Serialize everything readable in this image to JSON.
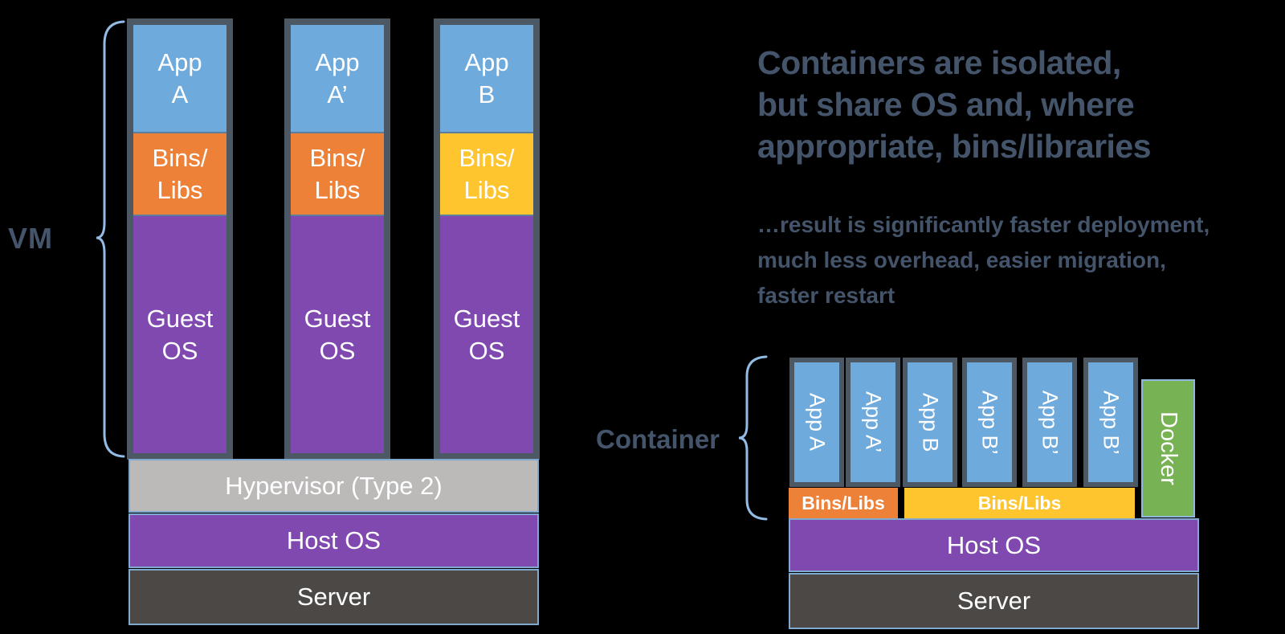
{
  "vm": {
    "label": "VM",
    "columns": [
      {
        "app": [
          "App",
          "A"
        ],
        "bins": [
          "Bins/",
          "Libs"
        ],
        "os": [
          "Guest",
          "OS"
        ]
      },
      {
        "app": [
          "App",
          "A’"
        ],
        "bins": [
          "Bins/",
          "Libs"
        ],
        "os": [
          "Guest",
          "OS"
        ]
      },
      {
        "app": [
          "App",
          "B"
        ],
        "bins": [
          "Bins/",
          "Libs"
        ],
        "os": [
          "Guest",
          "OS"
        ]
      }
    ],
    "hypervisor": "Hypervisor (Type 2)",
    "host_os": "Host OS",
    "server": "Server"
  },
  "right_text": {
    "heading_lines": [
      "Containers are isolated,",
      "but share OS and, where",
      "appropriate, bins/libraries"
    ],
    "body_lines": [
      "…result is significantly faster deployment,",
      "much less overhead, easier migration,",
      "faster restart"
    ]
  },
  "containers": {
    "label": "Container",
    "apps": [
      "App A",
      "App A’",
      "App B",
      "App B’",
      "App B’",
      "App B’"
    ],
    "bins_left": "Bins/Libs",
    "bins_right": "Bins/Libs",
    "docker": "Docker",
    "host_os": "Host OS",
    "server": "Server"
  },
  "colors": {
    "app_blue": "#6FAADC",
    "bins_orange": "#ED8137",
    "bins_yellow": "#FEC52F",
    "os_purple": "#8049B0",
    "hypervisor_gray": "#BCB9B9",
    "server_dark": "#4C4846",
    "docker_green": "#77B254",
    "box_border_slate": "#4C5964",
    "bracket_blue": "#93BCE4",
    "label_slate": "#44546A",
    "background": "#000000"
  }
}
